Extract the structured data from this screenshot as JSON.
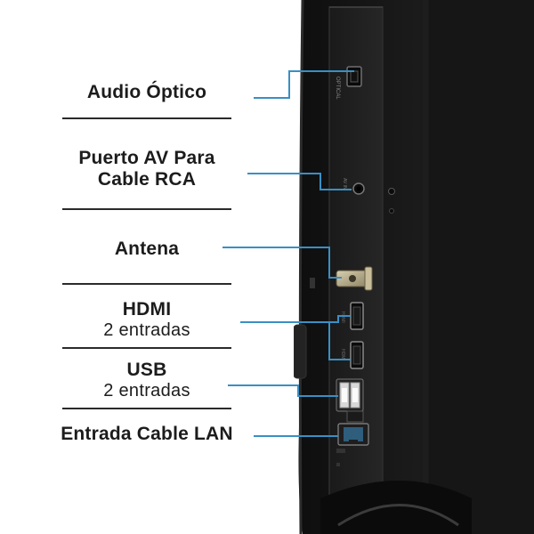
{
  "labels": [
    {
      "title": "Audio Óptico",
      "subtitle": ""
    },
    {
      "title": "Puerto AV Para",
      "title2": "Cable RCA",
      "subtitle": ""
    },
    {
      "title": "Antena",
      "subtitle": ""
    },
    {
      "title": "HDMI",
      "subtitle": "2 entradas"
    },
    {
      "title": "USB",
      "subtitle": "2 entradas"
    },
    {
      "title": "Entrada Cable LAN",
      "subtitle": ""
    }
  ],
  "colors": {
    "accent_line": "#3a8fc4",
    "text": "#1c1c1c",
    "tv_body": "#151515",
    "tv_panel": "#202020"
  }
}
